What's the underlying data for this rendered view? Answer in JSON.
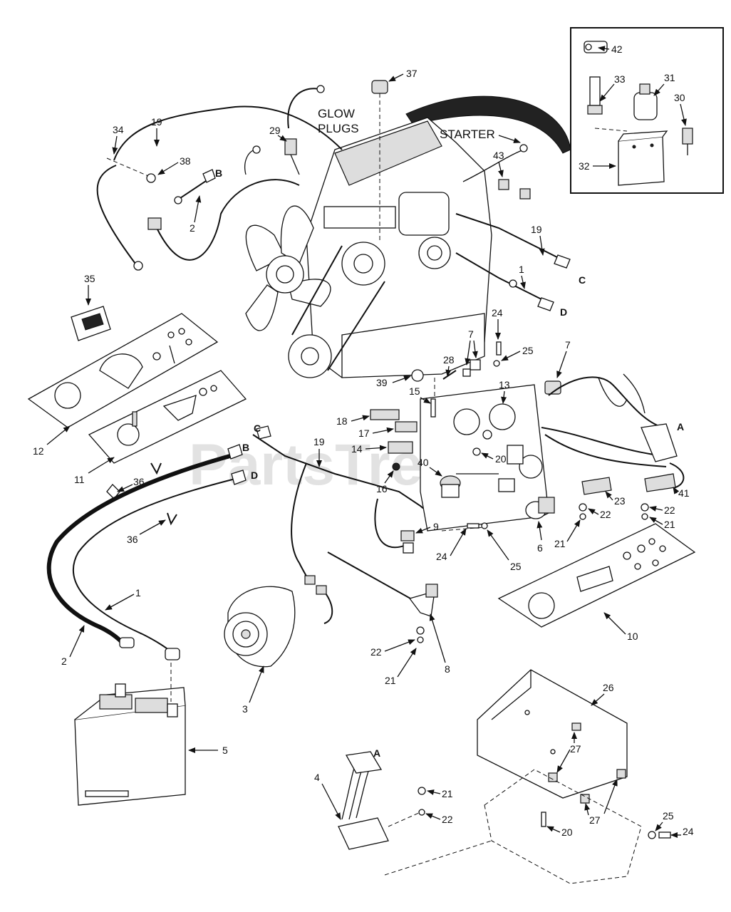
{
  "watermark": "PartsTree",
  "text_labels": {
    "glow_plugs_1": "GLOW",
    "glow_plugs_2": "PLUGS",
    "starter": "STARTER"
  },
  "connector_letters": {
    "A_top": "A",
    "A_bottom": "A",
    "B_top": "B",
    "B_mid": "B",
    "C_right": "C",
    "C_mid": "C",
    "D_right": "D",
    "D_mid": "D"
  },
  "callouts": {
    "n1_a": "1",
    "n1_b": "1",
    "n2_a": "2",
    "n2_b": "2",
    "n3": "3",
    "n4": "4",
    "n5": "5",
    "n6": "6",
    "n7_a": "7",
    "n7_b": "7",
    "n8": "8",
    "n9": "9",
    "n10": "10",
    "n11": "11",
    "n12": "12",
    "n13": "13",
    "n14": "14",
    "n15": "15",
    "n16": "16",
    "n17": "17",
    "n18": "18",
    "n19_a": "19",
    "n19_b": "19",
    "n19_c": "19",
    "n20_a": "20",
    "n20_b": "20",
    "n21_a": "21",
    "n21_b": "21",
    "n21_c": "21",
    "n21_d": "21",
    "n22_a": "22",
    "n22_b": "22",
    "n22_c": "22",
    "n22_d": "22",
    "n23": "23",
    "n24_a": "24",
    "n24_b": "24",
    "n24_c": "24",
    "n25_a": "25",
    "n25_b": "25",
    "n25_c": "25",
    "n26": "26",
    "n27_a": "27",
    "n27_b": "27",
    "n28": "28",
    "n29": "29",
    "n30": "30",
    "n31": "31",
    "n32": "32",
    "n33": "33",
    "n34": "34",
    "n35": "35",
    "n36_a": "36",
    "n36_b": "36",
    "n37": "37",
    "n38": "38",
    "n39": "39",
    "n40": "40",
    "n41": "41",
    "n42": "42",
    "n43": "43"
  }
}
